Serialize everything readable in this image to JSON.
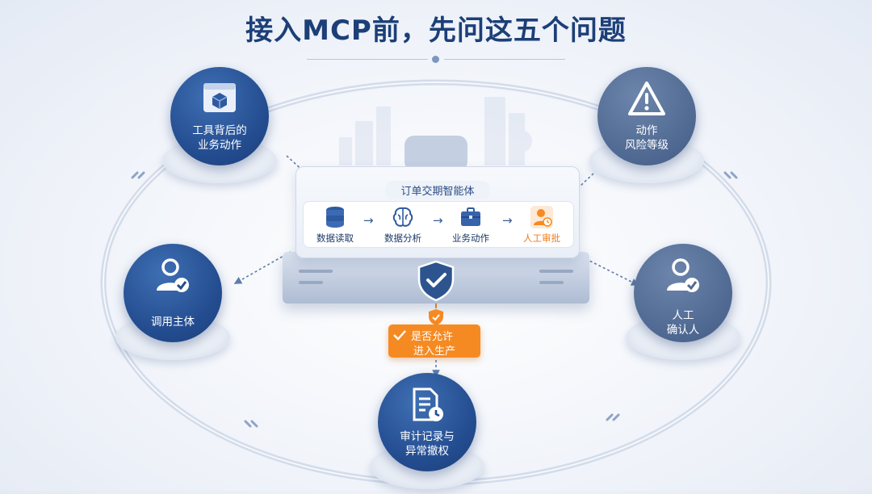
{
  "title": "接入MCP前，先问这五个问题",
  "agent": {
    "name": "订单交期智能体",
    "steps": [
      {
        "label": "数据读取",
        "icon": "database-icon"
      },
      {
        "label": "数据分析",
        "icon": "brain-icon"
      },
      {
        "label": "业务动作",
        "icon": "briefcase-icon"
      },
      {
        "label": "人工审批",
        "icon": "approver-icon"
      }
    ],
    "guard_icon": "shield-check-icon"
  },
  "decision": {
    "line1": "是否允许",
    "line2": "进入生产"
  },
  "nodes": {
    "business": {
      "line1": "工具背后的",
      "line2": "业务动作",
      "icon": "window-box-icon"
    },
    "risk": {
      "line1": "动作",
      "line2": "风险等级",
      "icon": "warning-icon"
    },
    "caller": {
      "line1": "调用主体",
      "line2": "",
      "icon": "user-check-icon"
    },
    "human": {
      "line1": "人工",
      "line2": "确认人",
      "icon": "user-check-icon"
    },
    "audit": {
      "line1": "审计记录与",
      "line2": "异常撤权",
      "icon": "document-clock-icon"
    }
  },
  "colors": {
    "title": "#1c3f78",
    "node_dark": "#234c8f",
    "node_light": "#506a93",
    "accent": "#f68a22"
  }
}
